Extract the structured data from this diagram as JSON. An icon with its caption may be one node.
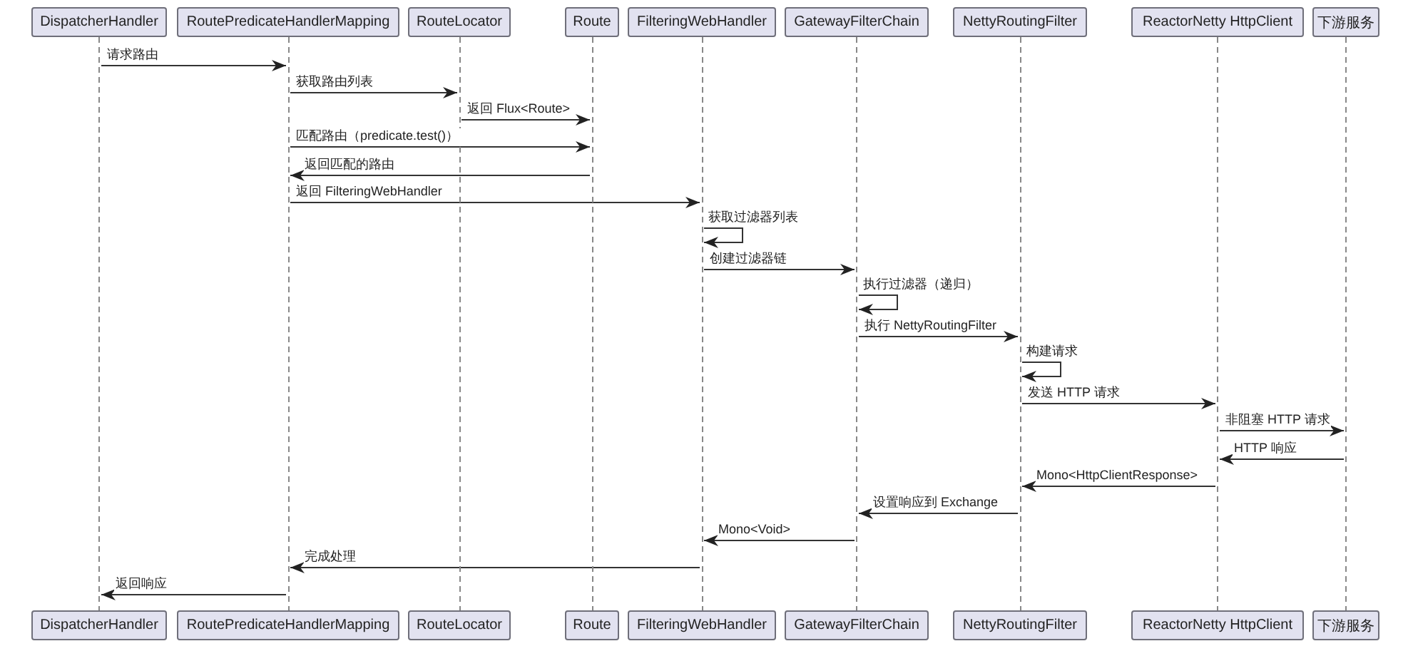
{
  "diagram": {
    "nodes": [
      {
        "text": [
          "DispatcherHandler"
        ]
      },
      {
        "text": [
          "RoutePredicateHandlerMapping"
        ]
      },
      {
        "text": [
          "RouteLocator"
        ]
      },
      {
        "text": [
          "Route"
        ]
      },
      {
        "text": [
          "FilteringWebHandler"
        ]
      },
      {
        "text": [
          "GatewayFilterChain"
        ]
      },
      {
        "text": [
          "NettyRoutingFilter"
        ]
      },
      {
        "text": [
          "ReactorNetty HttpClient"
        ]
      },
      {
        "text": [
          "下游服务"
        ]
      },
      {
        "text": [],
        "shape": "bar"
      },
      {
        "text": [],
        "shape": "bar"
      },
      {
        "text": [],
        "shape": "bar"
      },
      {
        "text": [],
        "shape": "bar"
      },
      {
        "text": [],
        "shape": "bar"
      },
      {
        "text": [],
        "shape": "bar"
      },
      {
        "text": [],
        "shape": "bar"
      },
      {
        "text": [],
        "shape": "bar"
      },
      {
        "text": [],
        "shape": "bar"
      },
      {
        "text": [
          "DispatcherHandler"
        ]
      },
      {
        "text": [
          "RoutePredicateHandlerMapping"
        ]
      },
      {
        "text": [
          "RouteLocator"
        ]
      },
      {
        "text": [
          "Route"
        ]
      },
      {
        "text": [
          "FilteringWebHandler"
        ]
      },
      {
        "text": [
          "GatewayFilterChain"
        ]
      },
      {
        "text": [
          "NettyRoutingFilter"
        ]
      },
      {
        "text": [
          "ReactorNetty HttpClient"
        ]
      },
      {
        "text": [
          "下游服务"
        ]
      }
    ],
    "edges": [
      {
        "from": 9,
        "to": 10,
        "arrow": "to",
        "label": "请求路由"
      },
      {
        "from": 10,
        "to": 11,
        "arrow": "to",
        "label": "获取路由列表"
      },
      {
        "from": 11,
        "to": 12,
        "arrow": "to",
        "label": "返回 Flux<Route>"
      },
      {
        "from": 10,
        "to": 12,
        "arrow": "to",
        "label": "匹配路由（predicate.test()）"
      },
      {
        "from": 12,
        "to": 10,
        "arrow": "to",
        "label": "返回匹配的路由"
      },
      {
        "from": 10,
        "to": 13,
        "arrow": "to",
        "label": "返回 FilteringWebHandler"
      },
      {
        "from": 13,
        "to": 13,
        "arrow": "to",
        "label": "获取过滤器列表"
      },
      {
        "from": 13,
        "to": 14,
        "arrow": "to",
        "label": "创建过滤器链"
      },
      {
        "from": 14,
        "to": 14,
        "arrow": "to",
        "label": "执行过滤器（递归）"
      },
      {
        "from": 14,
        "to": 15,
        "arrow": "to",
        "label": "执行 NettyRoutingFilter"
      },
      {
        "from": 15,
        "to": 15,
        "arrow": "to",
        "label": "构建请求"
      },
      {
        "from": 15,
        "to": 16,
        "arrow": "to",
        "label": "发送 HTTP 请求"
      },
      {
        "from": 16,
        "to": 17,
        "arrow": "to",
        "label": "非阻塞 HTTP 请求"
      },
      {
        "from": 17,
        "to": 16,
        "arrow": "to",
        "label": "HTTP 响应"
      },
      {
        "from": 16,
        "to": 15,
        "arrow": "to",
        "label": "Mono<HttpClientResponse>"
      },
      {
        "from": 15,
        "to": 14,
        "arrow": "to",
        "label": "设置响应到 Exchange"
      },
      {
        "from": 14,
        "to": 13,
        "arrow": "to",
        "label": "Mono<Void>"
      },
      {
        "from": 13,
        "to": 10,
        "arrow": "to",
        "label": "完成处理"
      },
      {
        "from": 10,
        "to": 9,
        "arrow": "to",
        "label": "返回响应"
      }
    ]
  }
}
